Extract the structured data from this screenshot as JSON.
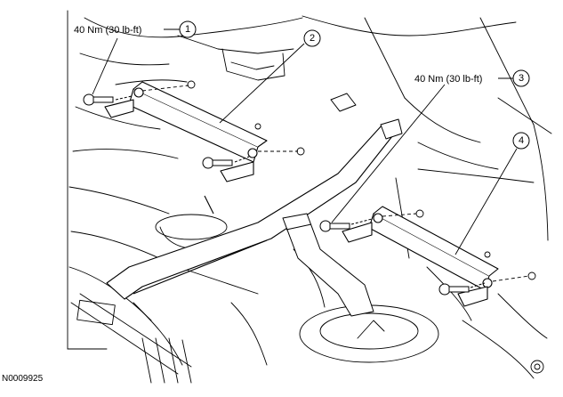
{
  "figure_id": "N0009925",
  "callouts": [
    {
      "number": "1",
      "torque": "40 Nm (30 lb-ft)"
    },
    {
      "number": "2",
      "torque": ""
    },
    {
      "number": "3",
      "torque": "40 Nm (30 lb-ft)"
    },
    {
      "number": "4",
      "torque": ""
    }
  ]
}
